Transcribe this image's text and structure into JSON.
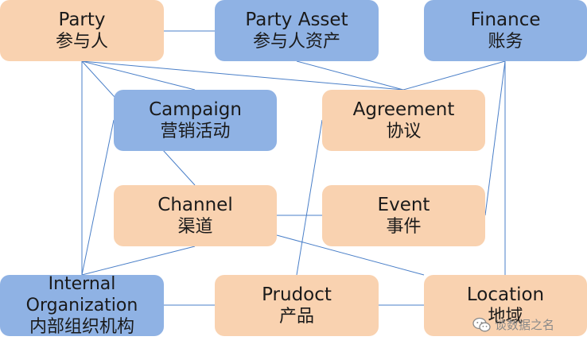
{
  "nodes": {
    "party": {
      "en": "Party",
      "zh": "参与人"
    },
    "asset": {
      "en": "Party Asset",
      "zh": "参与人资产"
    },
    "finance": {
      "en": "Finance",
      "zh": "账务"
    },
    "campaign": {
      "en": "Campaign",
      "zh": "营销活动"
    },
    "agreement": {
      "en": "Agreement",
      "zh": "协议"
    },
    "channel": {
      "en": "Channel",
      "zh": "渠道"
    },
    "event": {
      "en": "Event",
      "zh": "事件"
    },
    "internal": {
      "en1": "Internal",
      "en2": "Organization",
      "zh": "内部组织机构"
    },
    "product": {
      "en": "Prudoct",
      "zh": "产品"
    },
    "location": {
      "en": "Location",
      "zh": "地域"
    }
  },
  "colors": {
    "orange_box": "#f9d2b0",
    "blue_box": "#8fb2e4",
    "connector": "#4a7fc8"
  },
  "watermark": {
    "text": "谈数据之名",
    "icon": "wechat-icon"
  }
}
